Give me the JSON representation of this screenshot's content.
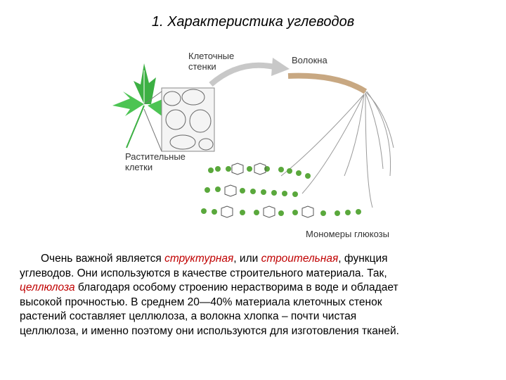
{
  "slide": {
    "title": "1. Характеристика углеводов"
  },
  "figure": {
    "labels": {
      "cell_walls_line1": "Клеточные",
      "cell_walls_line2": "стенки",
      "fibers": "Волокна",
      "plant_cells_line1": "Растительные",
      "plant_cells_line2": "клетки",
      "glucose_monomers": "Мономеры глюкозы"
    },
    "colors": {
      "leaf": "#3cb043",
      "bead": "#5aa83c",
      "fiber": "#c8a882",
      "arrow": "#c8c8c8"
    }
  },
  "body": {
    "l1_a": "Очень важной является ",
    "l1_b": "структурная",
    "l1_c": ", или ",
    "l1_d": "строительная",
    "l1_e": ", функция",
    "l2": "углеводов. Они используются в качестве строительного материала. Так,",
    "l3_a": "целлюлоза",
    "l3_b": " благодаря особому строению нерастворима в воде и обладает",
    "l4": "высокой прочностью. В среднем 20—40% материала клеточных стенок",
    "l5": "растений составляет целлюлоза, а волокна хлопка – почти чистая",
    "l6": "целлюлоза, и именно поэтому они используются для изготовления тканей."
  }
}
